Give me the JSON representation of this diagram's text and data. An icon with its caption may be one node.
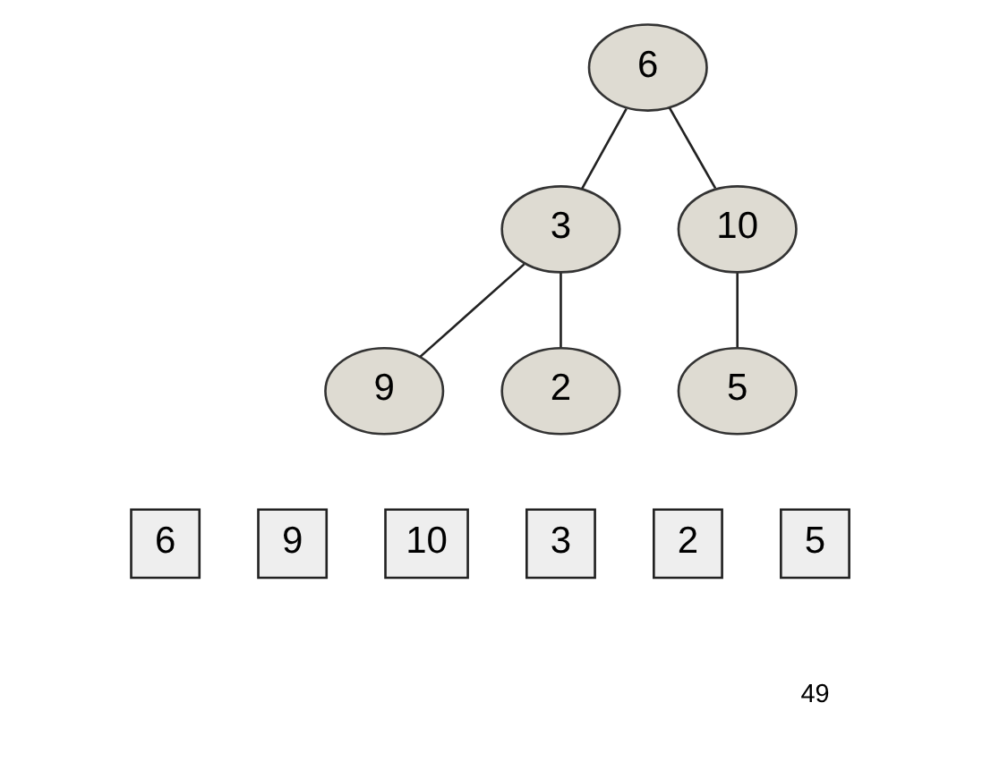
{
  "diagram": {
    "nodes": [
      {
        "text": [
          "6"
        ]
      },
      {
        "text": [
          "3"
        ]
      },
      {
        "text": [
          "10"
        ]
      },
      {
        "text": [
          "9"
        ]
      },
      {
        "text": [
          "2"
        ]
      },
      {
        "text": [
          "5"
        ]
      },
      {
        "text": [
          "6"
        ]
      },
      {
        "text": [
          "9"
        ]
      },
      {
        "text": [
          "10"
        ]
      },
      {
        "text": [
          "3"
        ]
      },
      {
        "text": [
          "2"
        ]
      },
      {
        "text": [
          "5"
        ]
      }
    ],
    "edges": [
      {
        "from": 0,
        "to": 1,
        "arrow": "none"
      },
      {
        "from": 0,
        "to": 2,
        "arrow": "none"
      },
      {
        "from": 1,
        "to": 3,
        "arrow": "none"
      },
      {
        "from": 1,
        "to": 4,
        "arrow": "none"
      },
      {
        "from": 2,
        "to": 5,
        "arrow": "none"
      }
    ],
    "labels": [
      "49"
    ]
  }
}
